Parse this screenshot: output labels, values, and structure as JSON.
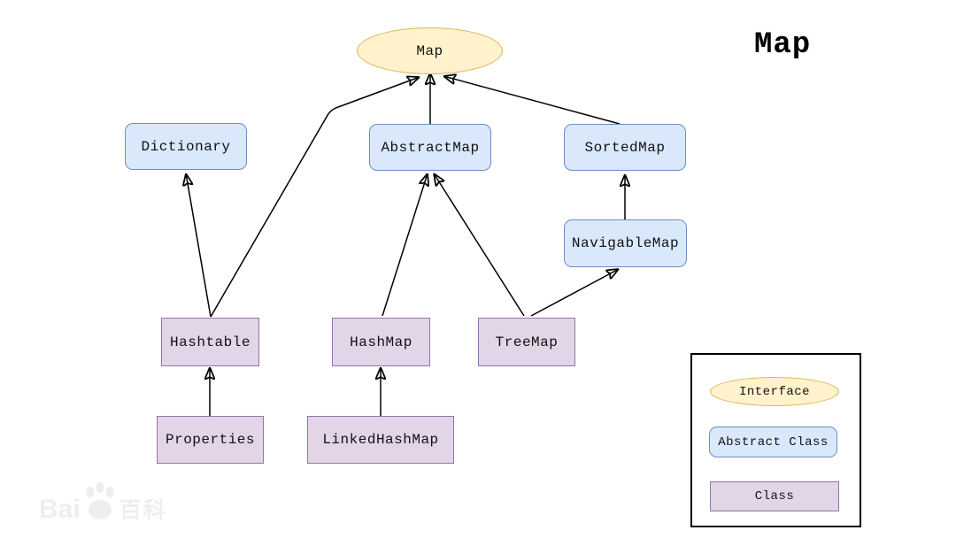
{
  "title": "Map",
  "diagram": {
    "type": "class-hierarchy",
    "nodes": {
      "map": {
        "label": "Map",
        "type": "interface"
      },
      "dictionary": {
        "label": "Dictionary",
        "type": "abstract-class"
      },
      "abstractmap": {
        "label": "AbstractMap",
        "type": "abstract-class"
      },
      "sortedmap": {
        "label": "SortedMap",
        "type": "abstract-class"
      },
      "navigablemap": {
        "label": "NavigableMap",
        "type": "abstract-class"
      },
      "hashtable": {
        "label": "Hashtable",
        "type": "class"
      },
      "hashmap": {
        "label": "HashMap",
        "type": "class"
      },
      "treemap": {
        "label": "TreeMap",
        "type": "class"
      },
      "properties": {
        "label": "Properties",
        "type": "class"
      },
      "linkedhashmap": {
        "label": "LinkedHashMap",
        "type": "class"
      }
    },
    "edges": [
      {
        "from": "Hashtable",
        "to": "Dictionary"
      },
      {
        "from": "Hashtable",
        "to": "Map"
      },
      {
        "from": "AbstractMap",
        "to": "Map"
      },
      {
        "from": "SortedMap",
        "to": "Map"
      },
      {
        "from": "HashMap",
        "to": "AbstractMap"
      },
      {
        "from": "TreeMap",
        "to": "AbstractMap"
      },
      {
        "from": "TreeMap",
        "to": "NavigableMap"
      },
      {
        "from": "NavigableMap",
        "to": "SortedMap"
      },
      {
        "from": "Properties",
        "to": "Hashtable"
      },
      {
        "from": "LinkedHashMap",
        "to": "HashMap"
      }
    ]
  },
  "legend": {
    "interface_label": "Interface",
    "abstract_label": "Abstract Class",
    "class_label": "Class"
  },
  "watermark": {
    "prefix": "Bai",
    "suffix": "百科",
    "icon": "paw"
  },
  "colors": {
    "interface_fill": "#FFF2CC",
    "interface_stroke": "#D6B656",
    "abstract_fill": "#DAE8FC",
    "abstract_stroke": "#6C8EBF",
    "class_fill": "#E1D5E7",
    "class_stroke": "#9673A6",
    "edge": "#000000",
    "background": "#FFFFFF"
  }
}
